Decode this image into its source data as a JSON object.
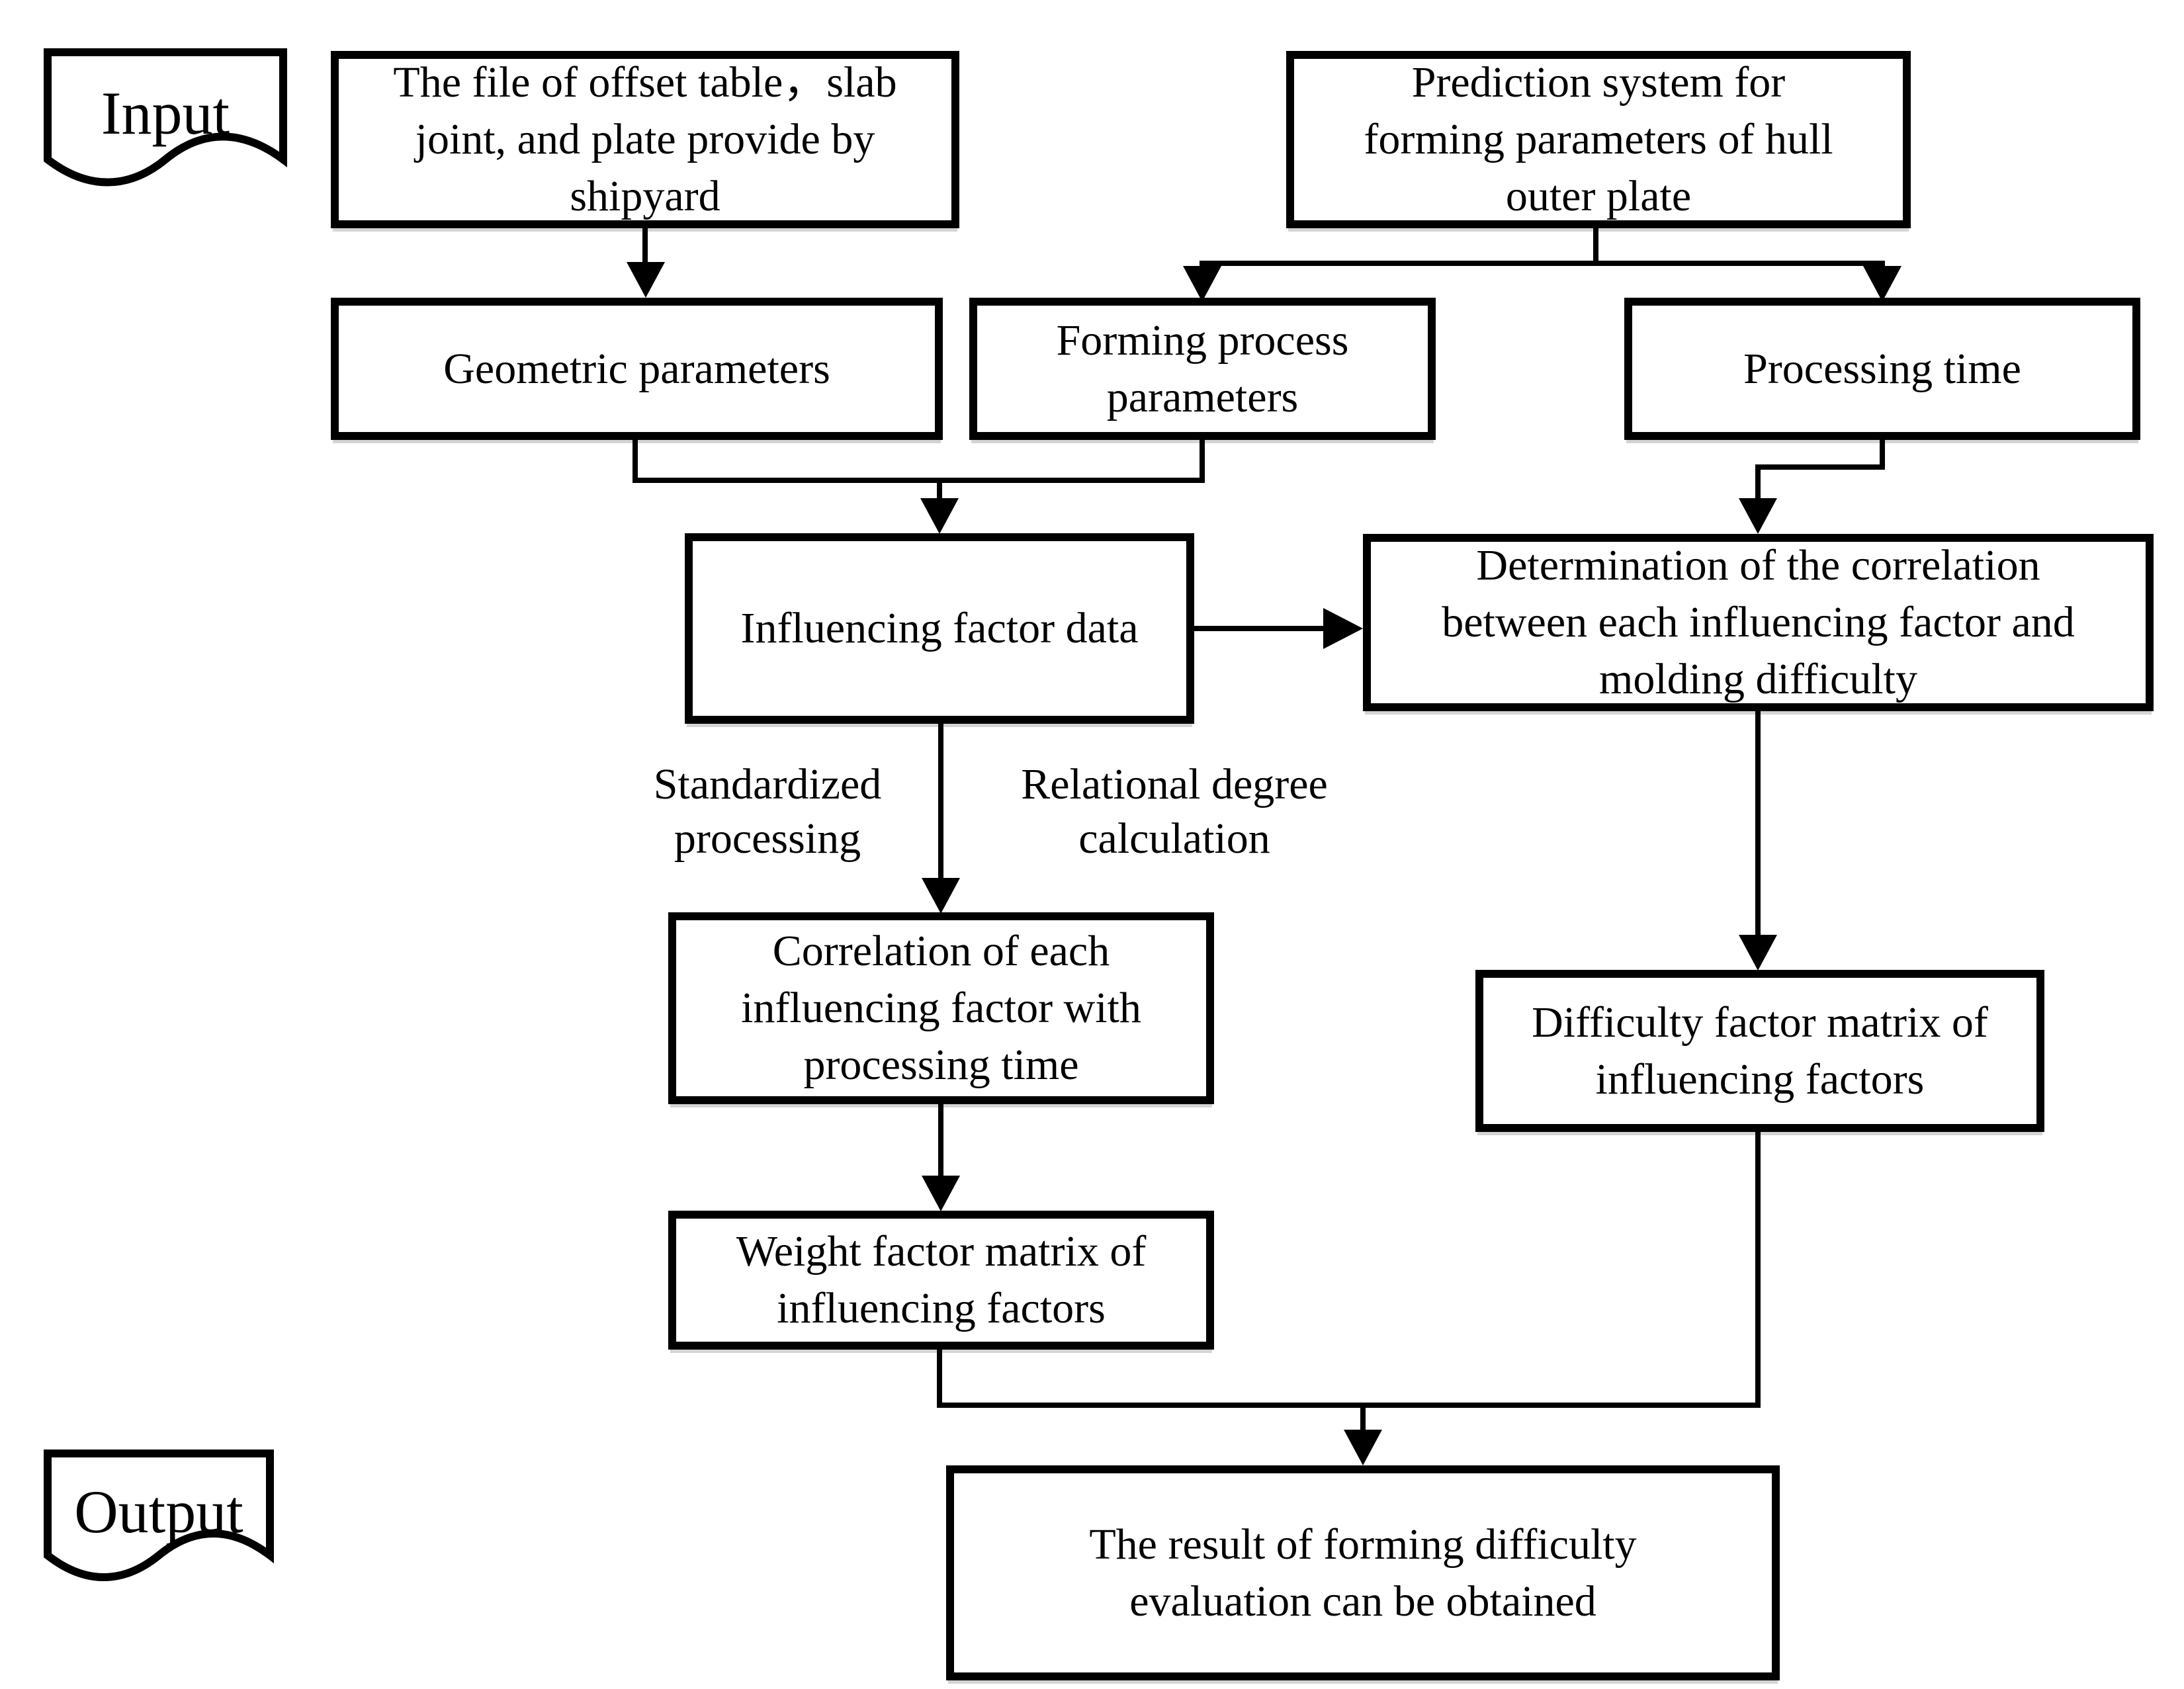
{
  "figure": {
    "type": "flowchart",
    "colors": {
      "ink": "#000000",
      "paper": "#ffffff"
    },
    "io_labels": {
      "input": "Input",
      "output": "Output"
    },
    "nodes": {
      "file": {
        "lines": [
          "The file of offset table，slab",
          "joint, and plate provide by",
          "shipyard"
        ]
      },
      "prediction": {
        "lines": [
          "Prediction system for",
          "forming parameters of hull",
          "outer plate"
        ]
      },
      "geometric": {
        "lines": [
          "Geometric parameters"
        ]
      },
      "forming": {
        "lines": [
          "Forming process",
          "parameters"
        ]
      },
      "processing": {
        "lines": [
          "Processing time"
        ]
      },
      "influencing": {
        "lines": [
          "Influencing factor data"
        ]
      },
      "determination": {
        "lines": [
          "Determination of the correlation",
          "between each influencing factor and",
          "molding difficulty"
        ]
      },
      "correlation": {
        "lines": [
          "Correlation of each",
          "influencing factor with",
          "processing time"
        ]
      },
      "weight": {
        "lines": [
          "Weight factor matrix of",
          "influencing factors"
        ]
      },
      "difficulty": {
        "lines": [
          "Difficulty factor matrix of",
          "influencing factors"
        ]
      },
      "result": {
        "lines": [
          "The result of forming difficulty",
          "evaluation can be obtained"
        ]
      }
    },
    "edge_labels": {
      "standardized": {
        "lines": [
          "Standardized",
          "processing"
        ]
      },
      "relational": {
        "lines": [
          "Relational degree",
          "calculation"
        ]
      }
    }
  }
}
